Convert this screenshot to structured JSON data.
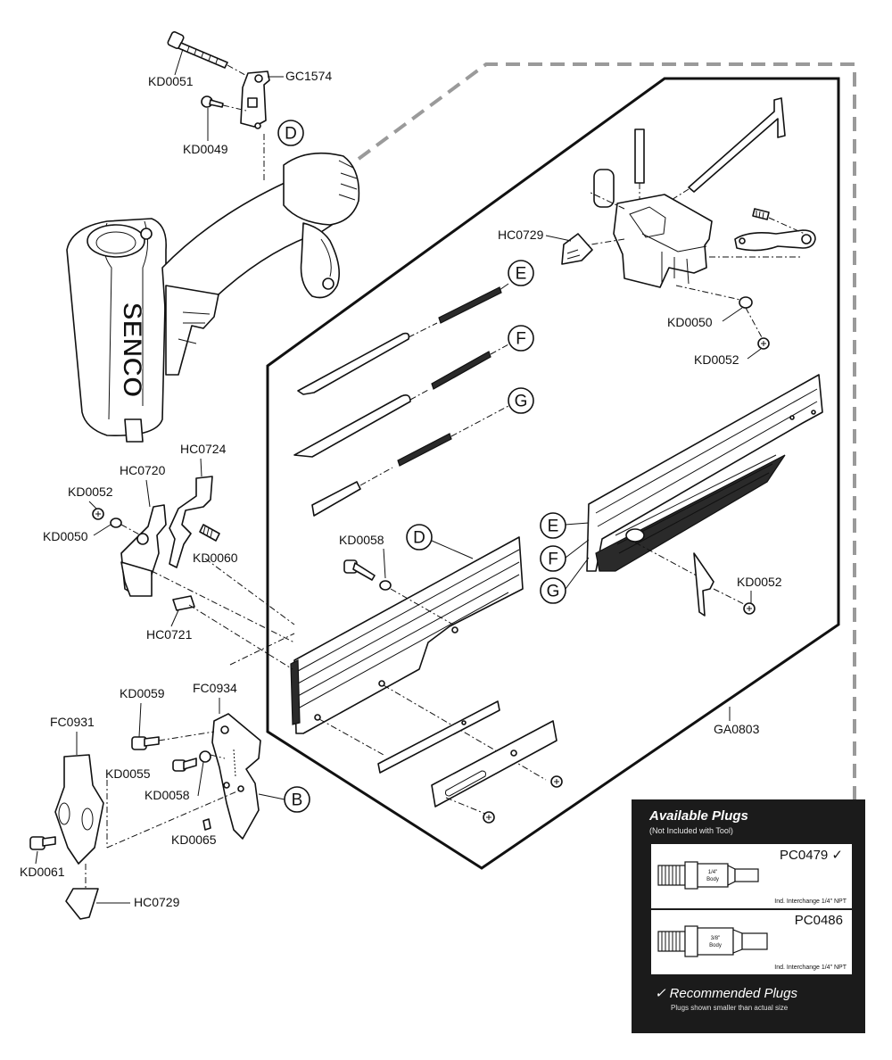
{
  "brand": "SENCO",
  "labels": {
    "kd0051": "KD0051",
    "gc1574": "GC1574",
    "kd0049": "KD0049",
    "hc0729_top": "HC0729",
    "kd0050_top": "KD0050",
    "kd0052_top": "KD0052",
    "hc0724": "HC0724",
    "hc0720": "HC0720",
    "kd0052_left": "KD0052",
    "kd0050_left": "KD0050",
    "kd0060": "KD0060",
    "hc0721": "HC0721",
    "kd0058_mag": "KD0058",
    "kd0052_right": "KD0052",
    "ga0803": "GA0803",
    "kd0059": "KD0059",
    "fc0934": "FC0934",
    "fc0931": "FC0931",
    "kd0055": "KD0055",
    "kd0058_low": "KD0058",
    "kd0065": "KD0065",
    "kd0061": "KD0061",
    "hc0729_low": "HC0729"
  },
  "circles": {
    "d_top": "D",
    "e": "E",
    "f": "F",
    "g": "G",
    "d_mag": "D",
    "e2": "E",
    "f2": "F",
    "g2": "G",
    "b": "B"
  },
  "plugs": {
    "title": "Available Plugs",
    "subtitle": "(Not Included with Tool)",
    "items": [
      {
        "code": "PC0479 ✓",
        "body": "1/4\" Body",
        "body_l1": "1/4\"",
        "body_l2": "Body",
        "note": "Ind. Interchange 1/4\" NPT"
      },
      {
        "code": "PC0486",
        "body": "3/8\" Body",
        "body_l1": "3/8\"",
        "body_l2": "Body",
        "note": "Ind. Interchange 1/4\" NPT"
      }
    ],
    "recommended_check": "✓",
    "recommended": "Recommended Plugs",
    "note": "Plugs shown smaller than actual size"
  },
  "colors": {
    "ink": "#111111",
    "gray_dash": "#9a9a9a",
    "panel_bg": "#1b1b1b"
  }
}
